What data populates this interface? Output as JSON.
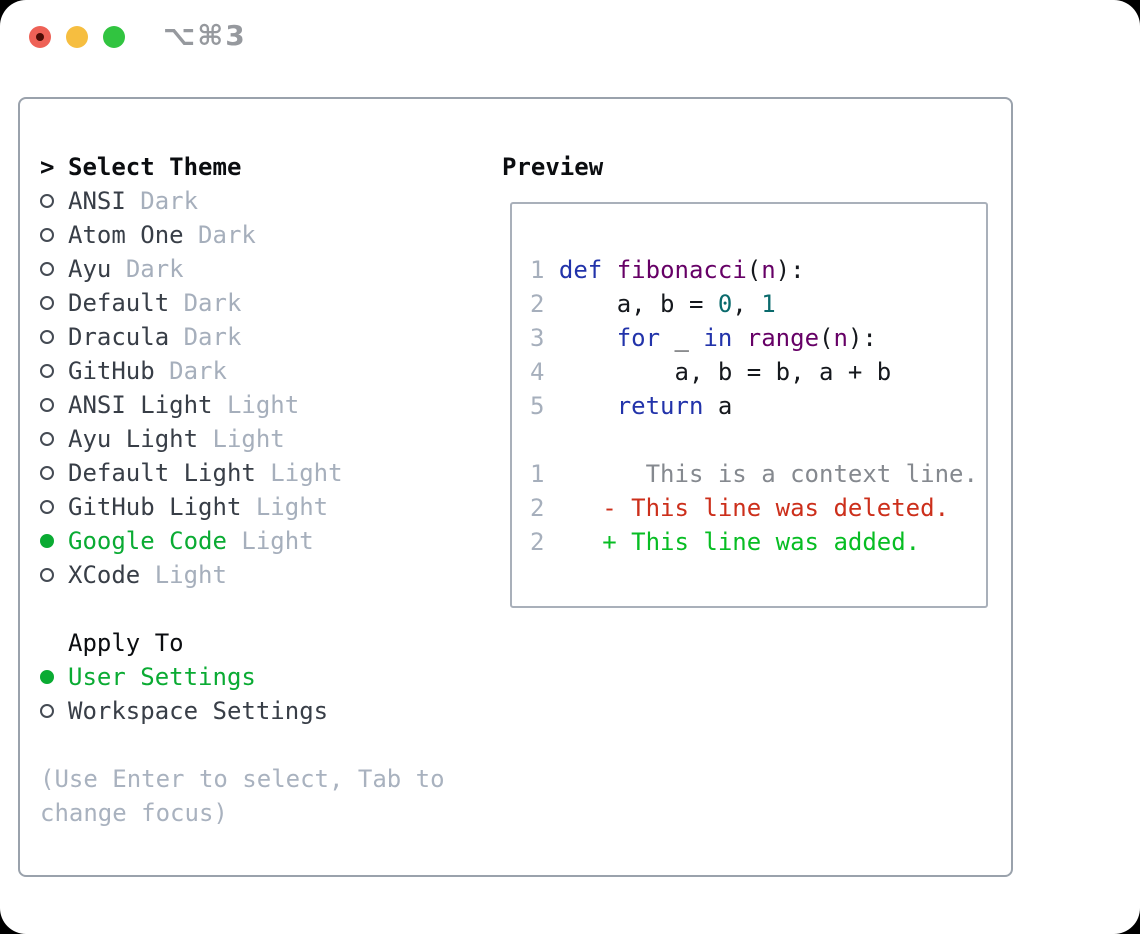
{
  "titlebar": {
    "title": "⌥⌘3"
  },
  "colors": {
    "selected_green": "#0aab33",
    "added_green": "#07bd23",
    "deleted_red": "#cc2f1b",
    "keyword_blue": "#2233aa",
    "name_purple": "#660066",
    "literal_teal": "#0a6a6c",
    "muted_gray": "#a6afbc",
    "context_gray": "#85898f",
    "panel_border": "#9aa2ac",
    "traffic_red": "#ee6156",
    "traffic_yellow": "#f6be40",
    "traffic_green": "#31c440"
  },
  "theme_selector": {
    "header_prefix": ">",
    "header": "Select Theme",
    "items": [
      {
        "name": "ANSI",
        "tag": "Dark",
        "selected": false
      },
      {
        "name": "Atom One",
        "tag": "Dark",
        "selected": false
      },
      {
        "name": "Ayu",
        "tag": "Dark",
        "selected": false
      },
      {
        "name": "Default",
        "tag": "Dark",
        "selected": false
      },
      {
        "name": "Dracula",
        "tag": "Dark",
        "selected": false
      },
      {
        "name": "GitHub",
        "tag": "Dark",
        "selected": false
      },
      {
        "name": "ANSI Light",
        "tag": "Light",
        "selected": false
      },
      {
        "name": "Ayu Light",
        "tag": "Light",
        "selected": false
      },
      {
        "name": "Default Light",
        "tag": "Light",
        "selected": false
      },
      {
        "name": "GitHub Light",
        "tag": "Light",
        "selected": false
      },
      {
        "name": "Google Code",
        "tag": "Light",
        "selected": true
      },
      {
        "name": "XCode",
        "tag": "Light",
        "selected": false
      }
    ]
  },
  "apply_to": {
    "header": "Apply To",
    "options": [
      {
        "name": "User Settings",
        "selected": true
      },
      {
        "name": "Workspace Settings",
        "selected": false
      }
    ]
  },
  "hint": {
    "line1": "(Use Enter to select, Tab to",
    "line2": "change focus)"
  },
  "preview": {
    "header": "Preview",
    "lines": [
      {
        "num": "1",
        "segments": [
          {
            "t": " ",
            "y": "plain"
          },
          {
            "t": "def",
            "y": "keyword"
          },
          {
            "t": " ",
            "y": "plain"
          },
          {
            "t": "fibonacci",
            "y": "name"
          },
          {
            "t": "(",
            "y": "plain"
          },
          {
            "t": "n",
            "y": "name"
          },
          {
            "t": "):",
            "y": "plain"
          }
        ]
      },
      {
        "num": "2",
        "segments": [
          {
            "t": "     a, b = ",
            "y": "plain"
          },
          {
            "t": "0",
            "y": "literal"
          },
          {
            "t": ", ",
            "y": "plain"
          },
          {
            "t": "1",
            "y": "literal"
          }
        ]
      },
      {
        "num": "3",
        "segments": [
          {
            "t": "     ",
            "y": "plain"
          },
          {
            "t": "for",
            "y": "keyword"
          },
          {
            "t": " _ ",
            "y": "plain"
          },
          {
            "t": "in",
            "y": "keyword"
          },
          {
            "t": " ",
            "y": "plain"
          },
          {
            "t": "range",
            "y": "name"
          },
          {
            "t": "(",
            "y": "plain"
          },
          {
            "t": "n",
            "y": "name"
          },
          {
            "t": "):",
            "y": "plain"
          }
        ]
      },
      {
        "num": "4",
        "segments": [
          {
            "t": "         a, b = b, a + b",
            "y": "plain"
          }
        ]
      },
      {
        "num": "5",
        "segments": [
          {
            "t": "     ",
            "y": "plain"
          },
          {
            "t": "return",
            "y": "keyword"
          },
          {
            "t": " a",
            "y": "plain"
          }
        ]
      },
      {
        "num": "",
        "segments": []
      },
      {
        "num": "1",
        "segments": [
          {
            "t": "       This is a context line.",
            "y": "context"
          }
        ]
      },
      {
        "num": "2",
        "segments": [
          {
            "t": "    - This line was deleted.",
            "y": "deleted"
          }
        ]
      },
      {
        "num": "2",
        "segments": [
          {
            "t": "    + This line was added.",
            "y": "added"
          }
        ]
      }
    ]
  }
}
